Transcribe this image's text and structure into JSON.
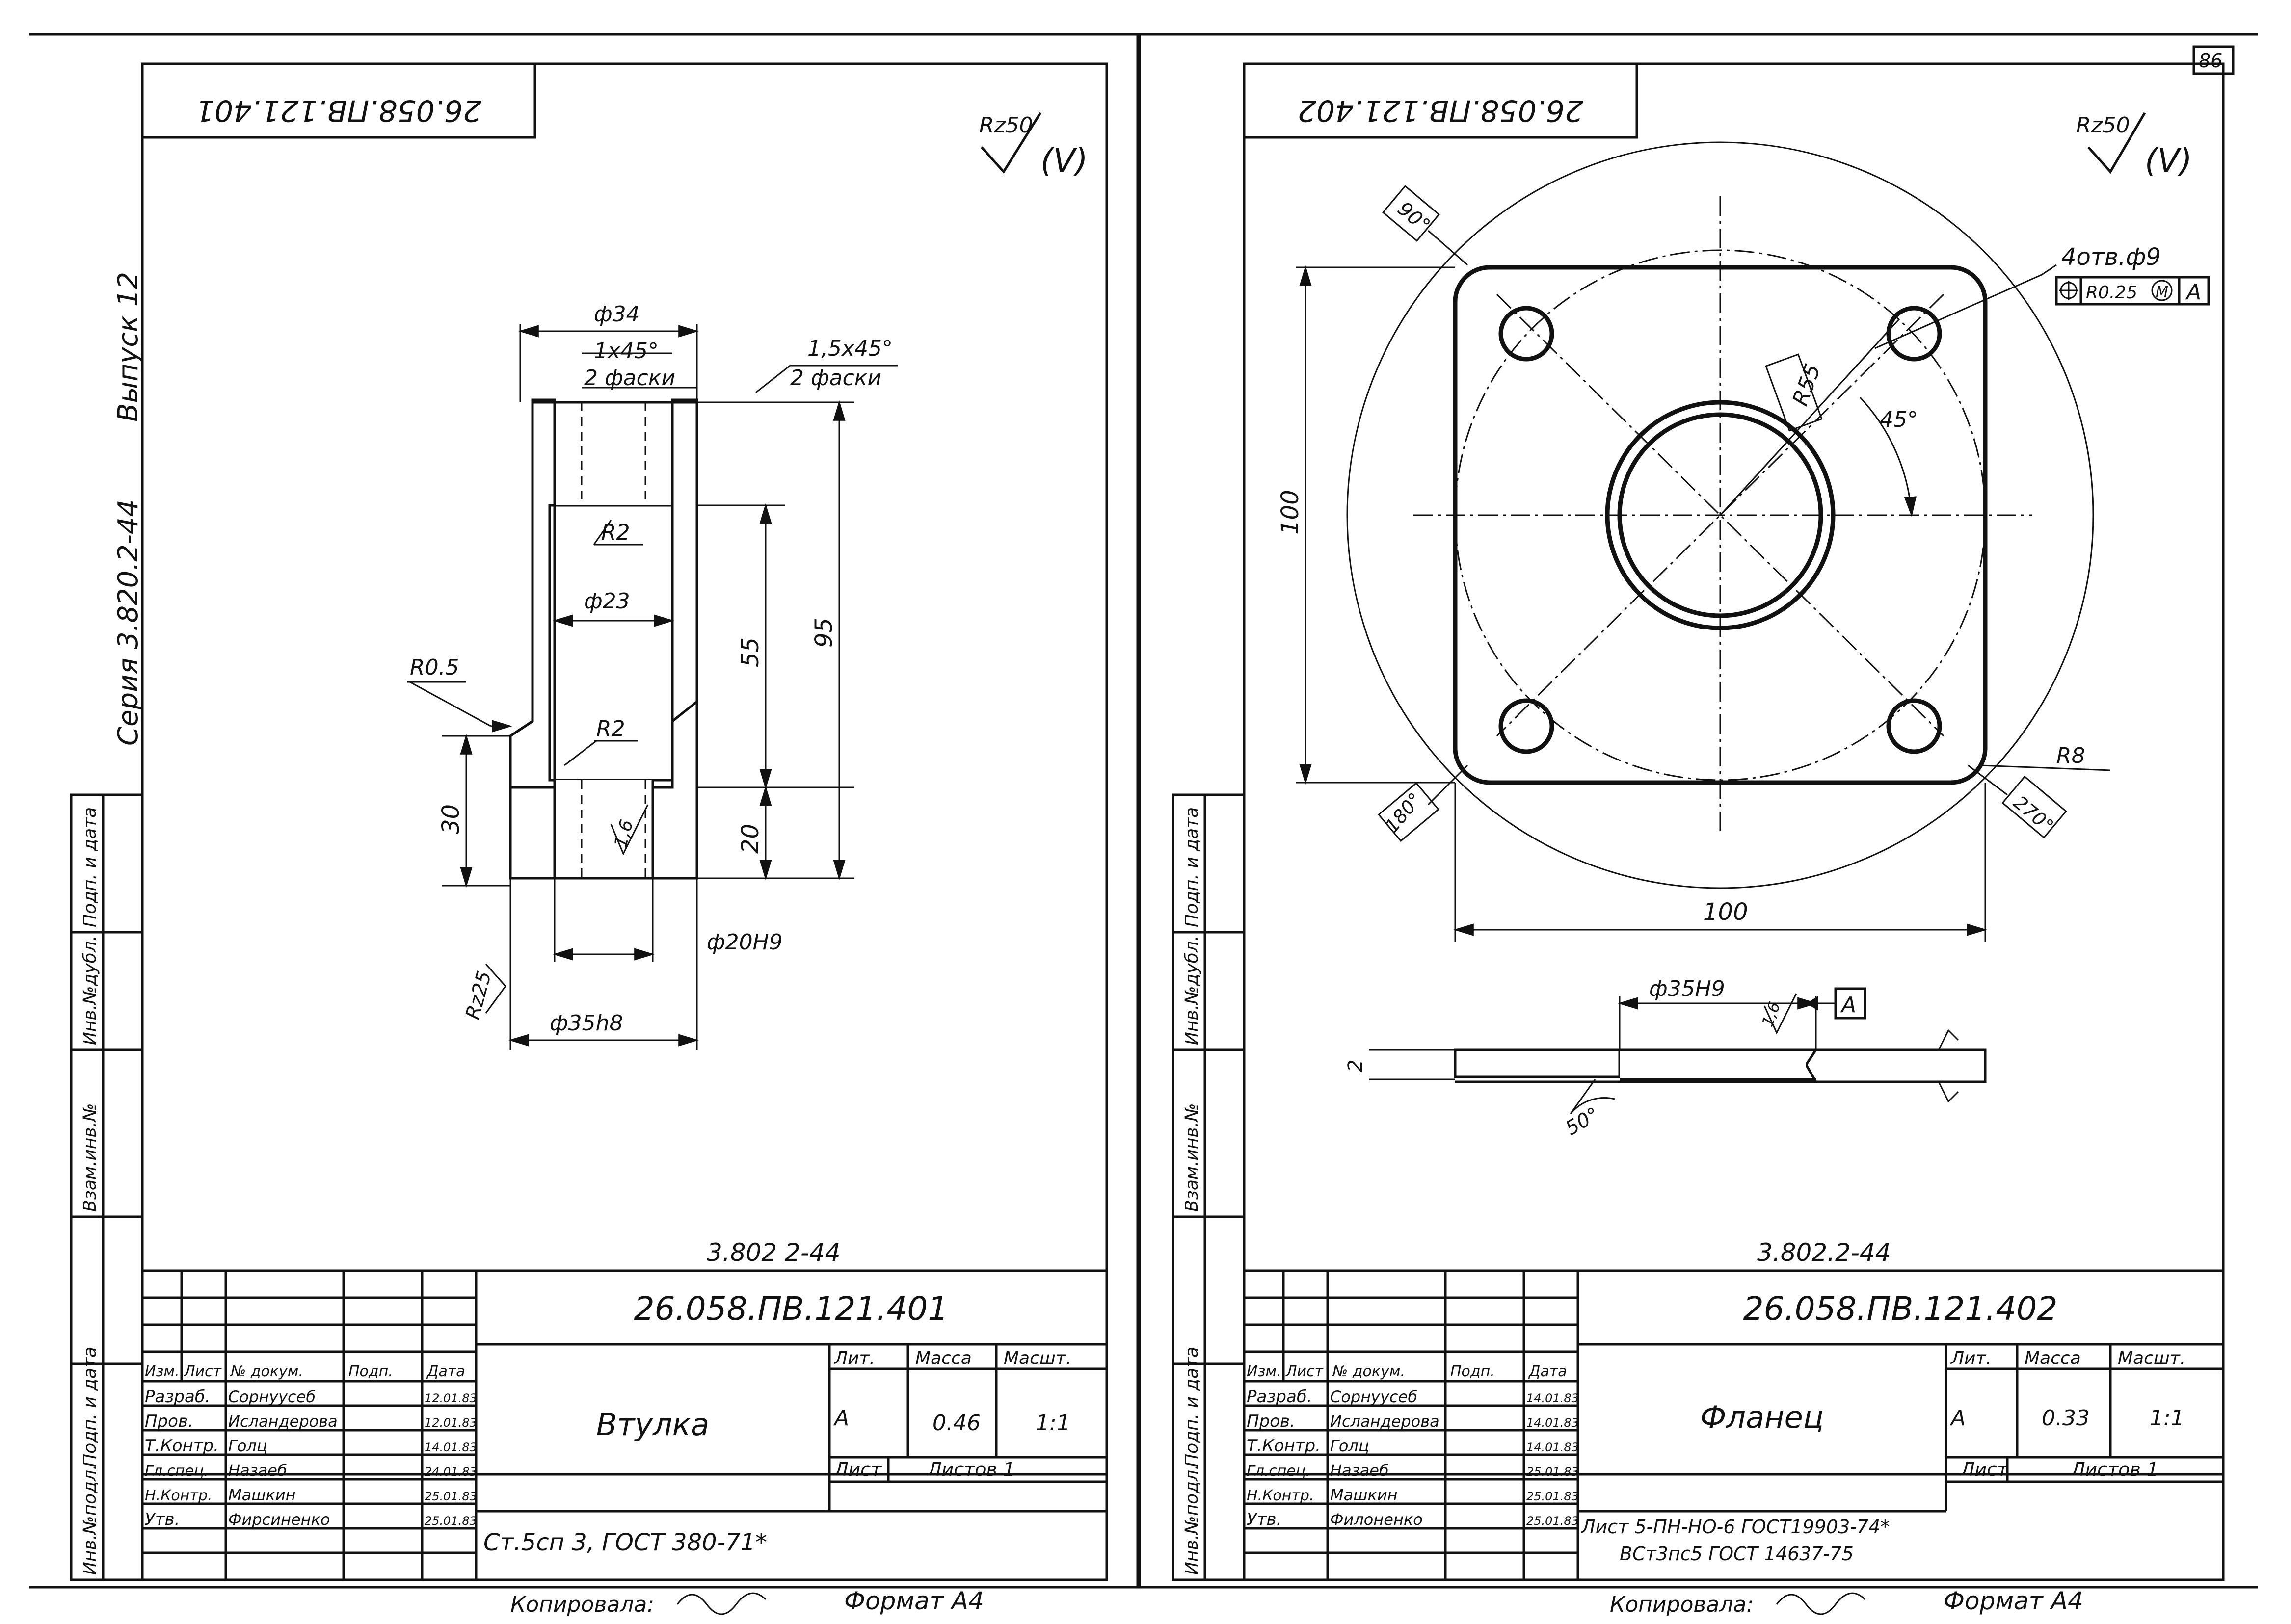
{
  "page_number": "86",
  "left_sheet": {
    "top_code": "26.058.ПВ.121.401",
    "surface_roughness": "Rz50",
    "roughness_paren": "(V)",
    "dims": {
      "d34": "ф34",
      "chamfer_top": "1х45°",
      "chamfer_top_count": "2 фаски",
      "chamfer_right": "1,5х45°",
      "chamfer_right_count": "2 фаски",
      "r2_top": "R2",
      "d23": "ф23",
      "r2_bottom": "R2",
      "r05": "R0.5",
      "len55": "55",
      "len95": "95",
      "len30": "30",
      "len20": "20",
      "roughness_inner": "1,6",
      "d20": "ф20Н9",
      "d35": "ф35h8",
      "roughness_outer": "Rz25"
    },
    "side_text": {
      "vypusk": "Выпуск 12",
      "seriya": "Серия 3.820.2-44"
    },
    "series_code": "3.802 2-44",
    "title_block": {
      "code": "26.058.ПВ.121.401",
      "name": "Втулка",
      "material": "Ст.5сп 3, ГОСТ 380-71*",
      "lit_header": "Лит.",
      "mass_header": "Масса",
      "scale_header": "Масшт.",
      "lit": "А",
      "mass": "0.46",
      "scale": "1:1",
      "sheet_label": "Лист",
      "sheets_label": "Листов 1",
      "col_headers": [
        "Изм.",
        "Лист",
        "№ докум.",
        "Подп.",
        "Дата"
      ],
      "roles": [
        {
          "role": "Разраб.",
          "name": "Сорнуусеб",
          "date": "12.01.83"
        },
        {
          "role": "Пров.",
          "name": "Исландерова",
          "date": "12.01.83"
        },
        {
          "role": "Т.Контр.",
          "name": "Голц",
          "date": "14.01.83"
        },
        {
          "role": "Гл.спец.",
          "name": "Назаеб",
          "date": "24.01.83"
        },
        {
          "role": "Н.Контр.",
          "name": "Машкин",
          "date": "25.01.83"
        },
        {
          "role": "Утв.",
          "name": "Фирсиненко",
          "date": "25.01.83"
        }
      ]
    },
    "copied": "Копировала:",
    "format": "Формат А4",
    "stamp_columns": [
      "Инв.№подл.",
      "Подп. и дата",
      "Взам.инв.№",
      "Инв.№дубл.",
      "Подп. и дата"
    ]
  },
  "right_sheet": {
    "top_code": "26.058.ПВ.121.402",
    "surface_roughness": "Rz50",
    "roughness_paren": "(V)",
    "dims": {
      "angle90": "90°",
      "holes": "4отв.ф9",
      "tolerance_frame": "R0.25",
      "tolerance_modifier": "M",
      "tolerance_datum": "A",
      "r55": "R55",
      "angle45": "45°",
      "height100": "100",
      "angle180": "180°",
      "r8": "R8",
      "angle270": "270°",
      "width100": "100",
      "d35h9": "ф35Н9",
      "roughness_bore": "1,6",
      "datum_a": "A",
      "thickness2": "2",
      "angle50": "50°"
    },
    "series_code": "3.802.2-44",
    "title_block": {
      "code": "26.058.ПВ.121.402",
      "name": "Фланец",
      "material_line1": "Лист 5-ПН-НО-6 ГОСТ19903-74*",
      "material_line2": "ВСт3пс5 ГОСТ 14637-75",
      "lit_header": "Лит.",
      "mass_header": "Масса",
      "scale_header": "Масшт.",
      "lit": "А",
      "mass": "0.33",
      "scale": "1:1",
      "sheet_label": "Лист",
      "sheets_label": "Листов 1",
      "col_headers": [
        "Изм.",
        "Лист",
        "№ докум.",
        "Подп.",
        "Дата"
      ],
      "roles": [
        {
          "role": "Разраб.",
          "name": "Сорнуусеб",
          "date": "14.01.83"
        },
        {
          "role": "Пров.",
          "name": "Исландерова",
          "date": "14.01.83"
        },
        {
          "role": "Т.Контр.",
          "name": "Голц",
          "date": "14.01.83"
        },
        {
          "role": "Гл.спец.",
          "name": "Назаеб",
          "date": "25.01.83"
        },
        {
          "role": "Н.Контр.",
          "name": "Машкин",
          "date": "25.01.83"
        },
        {
          "role": "Утв.",
          "name": "Филоненко",
          "date": "25.01.83"
        }
      ]
    },
    "copied": "Копировала:",
    "format": "Формат А4",
    "stamp_columns": [
      "Инв.№подл.",
      "Подп. и дата",
      "Взам.инв.№",
      "Инв.№дубл.",
      "Подп. и дата"
    ]
  }
}
